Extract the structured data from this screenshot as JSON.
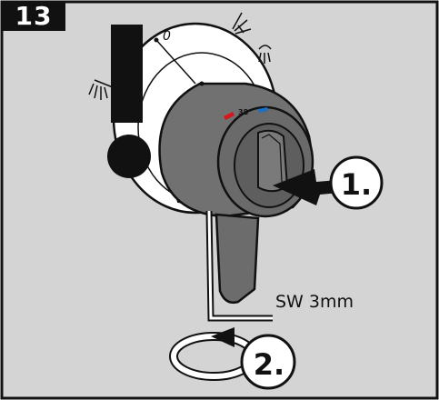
{
  "step_number": "13",
  "temperature_mark": "38°",
  "zero_mark": "0",
  "step1_label": "1.",
  "step2_label": "2.",
  "tool_size_label": "SW 3mm",
  "colors": {
    "background": "#d4d4d4",
    "frame": "#111111",
    "knob_body": "#6e6e6e",
    "knob_dark": "#4e4e4e",
    "hot_marker": "#d8141c",
    "cold_marker": "#1a72c8",
    "arrow": "#111111",
    "plate": "#ffffff"
  },
  "icons": [
    "shower-spray-icon",
    "hand-shower-icon",
    "rain-shower-icon",
    "press-arrow-icon",
    "rotate-arrow-icon"
  ]
}
